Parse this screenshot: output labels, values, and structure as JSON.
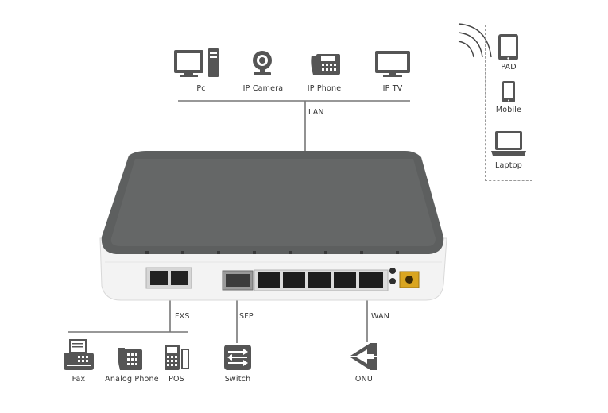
{
  "lan_devices": [
    {
      "label": "Pc",
      "icon": "pc-icon"
    },
    {
      "label": "IP Camera",
      "icon": "ip-camera-icon"
    },
    {
      "label": "IP Phone",
      "icon": "ip-phone-icon"
    },
    {
      "label": "IP TV",
      "icon": "tv-icon"
    }
  ],
  "wireless_devices": [
    {
      "label": "PAD",
      "icon": "tablet-icon"
    },
    {
      "label": "Mobile",
      "icon": "mobile-icon"
    },
    {
      "label": "Laptop",
      "icon": "laptop-icon"
    }
  ],
  "fxs_devices": [
    {
      "label": "Fax",
      "icon": "fax-icon"
    },
    {
      "label": "Analog Phone",
      "icon": "analog-phone-icon"
    },
    {
      "label": "POS",
      "icon": "pos-icon"
    }
  ],
  "sfp_device": {
    "label": "Switch",
    "icon": "switch-icon"
  },
  "wan_device": {
    "label": "ONU",
    "icon": "onu-icon"
  },
  "port_labels": {
    "lan": "LAN",
    "fxs": "FXS",
    "sfp": "SFP",
    "wan": "WAN"
  },
  "colors": {
    "device_top": "#5c5e5e",
    "device_body": "#f2f2f2",
    "icon": "#555555",
    "line": "#777777",
    "dc_jack": "#d9a520"
  }
}
